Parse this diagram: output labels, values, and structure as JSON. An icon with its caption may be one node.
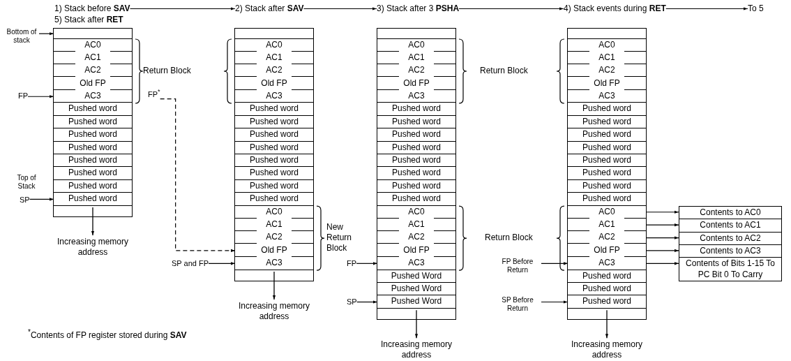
{
  "diagram": {
    "nodes": [
      {
        "text": [
          "1) Stack before **SAV**"
        ]
      },
      {
        "text": [
          "2) Stack after **SAV**"
        ]
      },
      {
        "text": [
          "3) Stack after 3 **PSHA**"
        ]
      },
      {
        "text": [
          "4) Stack events during **RET**"
        ]
      },
      {
        "text": [
          "To 5"
        ]
      },
      {
        "text": [
          "Bottom of stack"
        ]
      },
      {
        "text": [
          "FP"
        ]
      },
      {
        "text": [
          "SP"
        ],
        "beside": [
          "Top of Stack"
        ]
      },
      {
        "text": [],
        "shape": "box"
      },
      {
        "text": [],
        "shape": "box",
        "in": 8
      },
      {
        "text": [
          "AC0"
        ],
        "in": 8
      },
      {
        "text": [
          "AC1"
        ],
        "in": 8
      },
      {
        "text": [
          "AC2"
        ],
        "in": 8
      },
      {
        "text": [
          "Old FP"
        ],
        "in": 8
      },
      {
        "text": [
          "AC3"
        ],
        "in": 8
      },
      {
        "text": [
          "Pushed word"
        ],
        "in": 8
      },
      {
        "text": [
          "Pushed word"
        ],
        "in": 8
      },
      {
        "text": [
          "Pushed word"
        ],
        "in": 8
      },
      {
        "text": [
          "Pushed word"
        ],
        "in": 8
      },
      {
        "text": [
          "Pushed word"
        ],
        "in": 8
      },
      {
        "text": [
          "Pushed word"
        ],
        "in": 8
      },
      {
        "text": [
          "Pushed word"
        ],
        "in": 8
      },
      {
        "text": [
          "Pushed word"
        ],
        "in": 8
      },
      {
        "text": [],
        "shape": "box",
        "in": 8
      },
      {
        "text": [
          "FP$^{*}$"
        ]
      },
      {
        "text": [],
        "shape": "box"
      },
      {
        "text": [],
        "shape": "box",
        "in": 25
      },
      {
        "text": [
          "AC0"
        ],
        "in": 25
      },
      {
        "text": [
          "AC1"
        ],
        "in": 25
      },
      {
        "text": [
          "AC2"
        ],
        "in": 25
      },
      {
        "text": [
          "Old FP"
        ],
        "in": 25
      },
      {
        "text": [
          "AC3"
        ],
        "in": 25
      },
      {
        "text": [
          "Pushed word"
        ],
        "in": 25
      },
      {
        "text": [
          "Pushed word"
        ],
        "in": 25
      },
      {
        "text": [
          "Pushed word"
        ],
        "in": 25
      },
      {
        "text": [
          "Pushed word"
        ],
        "in": 25
      },
      {
        "text": [
          "Pushed word"
        ],
        "in": 25
      },
      {
        "text": [
          "Pushed word"
        ],
        "in": 25
      },
      {
        "text": [
          "Pushed word"
        ],
        "in": 25
      },
      {
        "text": [
          "Pushed word"
        ],
        "in": 25
      },
      {
        "text": [
          "AC0"
        ],
        "in": 25
      },
      {
        "text": [
          "AC1"
        ],
        "in": 25
      },
      {
        "text": [
          "AC2"
        ],
        "in": 25
      },
      {
        "text": [
          "Old FP"
        ],
        "in": 25
      },
      {
        "text": [
          "AC3"
        ],
        "in": 25
      },
      {
        "text": [],
        "shape": "box",
        "in": 25
      },
      {
        "text": [
          "SP and FP"
        ]
      },
      {
        "text": [
          "FP"
        ]
      },
      {
        "text": [
          "SP"
        ]
      },
      {
        "text": [],
        "shape": "box"
      },
      {
        "text": [],
        "shape": "box",
        "in": 49
      },
      {
        "text": [
          "AC0"
        ],
        "in": 49
      },
      {
        "text": [
          "AC1"
        ],
        "in": 49
      },
      {
        "text": [
          "AC2"
        ],
        "in": 49
      },
      {
        "text": [
          "Old FP"
        ],
        "in": 49
      },
      {
        "text": [
          "AC3"
        ],
        "in": 49
      },
      {
        "text": [
          "Pushed word"
        ],
        "in": 49
      },
      {
        "text": [
          "Pushed word"
        ],
        "in": 49
      },
      {
        "text": [
          "Pushed word"
        ],
        "in": 49
      },
      {
        "text": [
          "Pushed word"
        ],
        "in": 49
      },
      {
        "text": [
          "Pushed word"
        ],
        "in": 49
      },
      {
        "text": [
          "Pushed word"
        ],
        "in": 49
      },
      {
        "text": [
          "Pushed word"
        ],
        "in": 49
      },
      {
        "text": [
          "Pushed word"
        ],
        "in": 49
      },
      {
        "text": [
          "AC0"
        ],
        "in": 49
      },
      {
        "text": [
          "AC1"
        ],
        "in": 49
      },
      {
        "text": [
          "AC2"
        ],
        "in": 49
      },
      {
        "text": [
          "Old FP"
        ],
        "in": 49
      },
      {
        "text": [
          "AC3"
        ],
        "in": 49
      },
      {
        "text": [
          "Pushed Word"
        ],
        "in": 49
      },
      {
        "text": [
          "Pushed Word"
        ],
        "in": 49
      },
      {
        "text": [
          "Pushed Word"
        ],
        "in": 49
      },
      {
        "text": [],
        "shape": "box",
        "in": 49
      },
      {
        "text": [
          "FP Before Return"
        ]
      },
      {
        "text": [
          "SP Before Return"
        ]
      },
      {
        "text": [],
        "shape": "box"
      },
      {
        "text": [],
        "shape": "box",
        "in": 75
      },
      {
        "text": [
          "AC0"
        ],
        "in": 75
      },
      {
        "text": [
          "AC1"
        ],
        "in": 75
      },
      {
        "text": [
          "AC2"
        ],
        "in": 75
      },
      {
        "text": [
          "Old FP"
        ],
        "in": 75
      },
      {
        "text": [
          "AC3"
        ],
        "in": 75
      },
      {
        "text": [
          "Pushed word"
        ],
        "in": 75
      },
      {
        "text": [
          "Pushed word"
        ],
        "in": 75
      },
      {
        "text": [
          "Pushed word"
        ],
        "in": 75
      },
      {
        "text": [
          "Pushed word"
        ],
        "in": 75
      },
      {
        "text": [
          "Pushed word"
        ],
        "in": 75
      },
      {
        "text": [
          "Pushed word"
        ],
        "in": 75
      },
      {
        "text": [
          "Pushed word"
        ],
        "in": 75
      },
      {
        "text": [
          "Pushed word"
        ],
        "in": 75
      },
      {
        "text": [
          "AC0"
        ],
        "in": 75
      },
      {
        "text": [
          "AC1"
        ],
        "in": 75
      },
      {
        "text": [
          "AC2"
        ],
        "in": 75
      },
      {
        "text": [
          "Old FP"
        ],
        "in": 75
      },
      {
        "text": [
          "AC3"
        ],
        "in": 75
      },
      {
        "text": [
          "Pushed word"
        ],
        "in": 75
      },
      {
        "text": [
          "Pushed word"
        ],
        "in": 75
      },
      {
        "text": [
          "Pushed word"
        ],
        "in": 75
      },
      {
        "text": [],
        "shape": "box",
        "in": 75
      },
      {
        "text": [
          "Contents to AC0"
        ]
      },
      {
        "text": [
          "Contents to AC1"
        ]
      },
      {
        "text": [
          "Contents to AC2"
        ]
      },
      {
        "text": [
          "Contents to AC3"
        ]
      },
      {
        "text": [
          "Contents of Bits 1-15 To PC Bit 0 To Carry"
        ]
      }
    ],
    "edges": [
      {
        "from": 0,
        "to": 1,
        "arrow": "to"
      },
      {
        "from": 1,
        "to": 2,
        "arrow": "to"
      },
      {
        "from": 2,
        "to": 3,
        "arrow": "to"
      },
      {
        "from": 3,
        "to": 4,
        "arrow": "to"
      },
      {
        "from": 5,
        "to": 9,
        "arrow": "to"
      },
      {
        "from": 6,
        "to": 14,
        "arrow": "to"
      },
      {
        "from": 7,
        "to": 22,
        "arrow": "to"
      },
      {
        "from": 24,
        "to": 43,
        "arrow": "to",
        "style": "dashed"
      },
      {
        "from": 46,
        "to": 44,
        "arrow": "to"
      },
      {
        "from": 47,
        "to": 68,
        "arrow": "to"
      },
      {
        "from": 48,
        "to": 71,
        "arrow": "to"
      },
      {
        "from": 73,
        "to": 94,
        "arrow": "to"
      },
      {
        "from": 74,
        "to": 97,
        "arrow": "to"
      },
      {
        "from": 90,
        "to": 99,
        "arrow": "to"
      },
      {
        "from": 91,
        "to": 100,
        "arrow": "to"
      },
      {
        "from": 92,
        "to": 101,
        "arrow": "to"
      },
      {
        "from": 93,
        "to": 102,
        "arrow": "to"
      },
      {
        "from": 94,
        "to": 103,
        "arrow": "to"
      }
    ],
    "labels": [
      "5) Stack after **RET**",
      "Return Block",
      "Return Block",
      "Increasing memory address",
      "New Return Block",
      "Return Block",
      "Increasing memory address",
      "$^{*}$Contents of FP register stored during **SAV**",
      "Increasing memory address",
      "Increasing memory address"
    ]
  }
}
